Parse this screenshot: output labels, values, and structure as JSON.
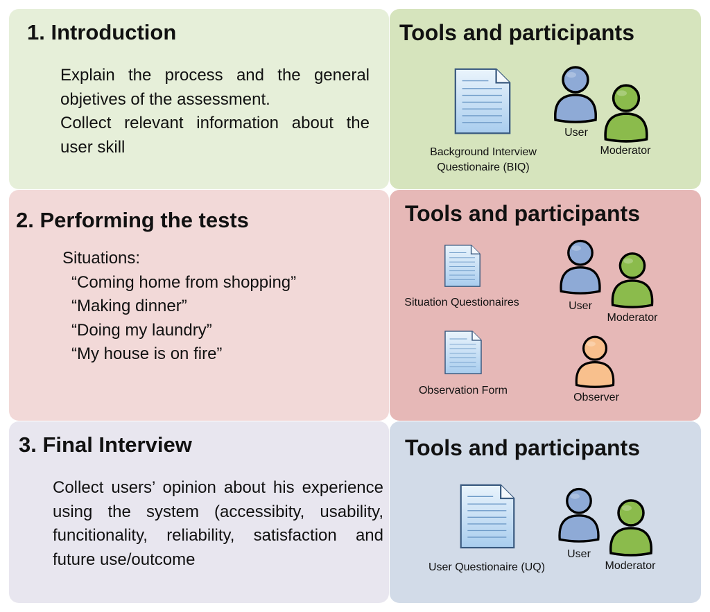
{
  "sections": [
    {
      "title": "1. Introduction",
      "lines": [
        "Explain the process and the general objetives of the assessment.",
        "Collect relevant information about the user skill"
      ],
      "tools_title": "Tools and participants",
      "documents": [
        "Background Interview Questionaire (BIQ)"
      ],
      "participants": [
        "User",
        "Moderator"
      ]
    },
    {
      "title": "2. Performing the tests",
      "lines": [
        "Situations:",
        "“Coming home from shopping”",
        "“Making dinner”",
        "“Doing my laundry”",
        "“My house is on fire”"
      ],
      "tools_title": "Tools and participants",
      "documents": [
        "Situation Questionaires",
        "Observation Form"
      ],
      "participants": [
        "User",
        "Moderator",
        "Observer"
      ]
    },
    {
      "title": "3. Final Interview",
      "lines": [
        "Collect users’ opinion about his experience using the system (accessibity, usability, funcitionality, reliability, satisfaction and future use/outcome"
      ],
      "tools_title": "Tools and participants",
      "documents": [
        "User Questionaire (UQ)"
      ],
      "participants": [
        "User",
        "Moderator"
      ]
    }
  ],
  "colors": {
    "green_light": "#e6efd9",
    "green": "#d6e4bd",
    "red_light": "#f2d9d8",
    "red": "#e6b8b7",
    "blue_light": "#e8e6ef",
    "blue": "#d2dbe8",
    "user_person": "#8eaad6",
    "moderator_person": "#8bbb4c",
    "observer_person": "#f8c08d",
    "document": "#cde3f6"
  }
}
